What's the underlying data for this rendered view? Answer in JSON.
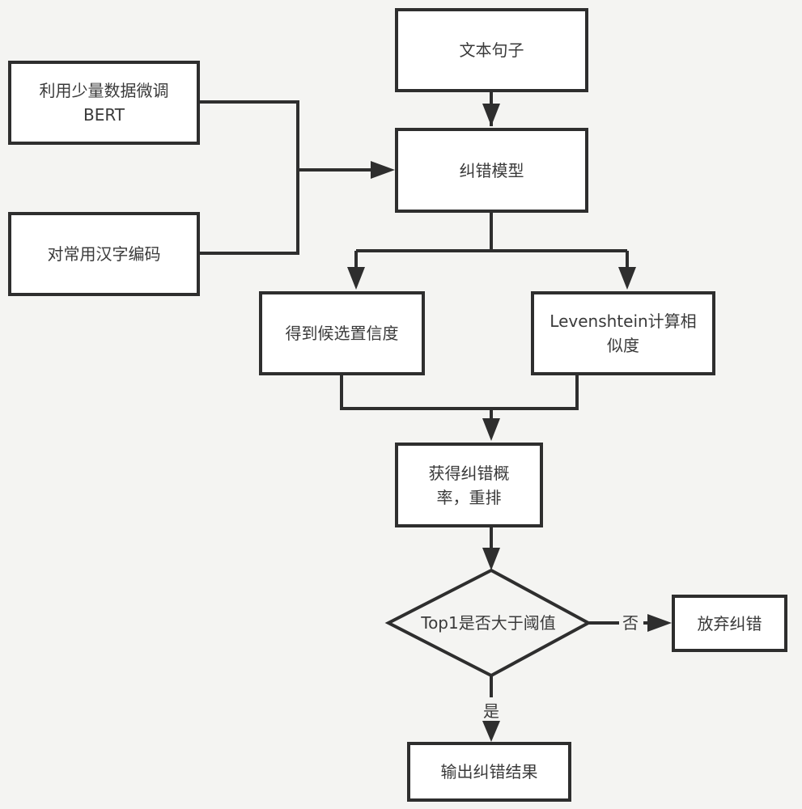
{
  "diagram": {
    "type": "flowchart",
    "nodes": {
      "text_sentence": "文本句子",
      "finetune_bert": "利用少量数据微调BERT",
      "encode_chars": "对常用汉字编码",
      "correction_model": "纠错模型",
      "candidate_confidence": "得到候选置信度",
      "levenshtein_similarity": "Levenshtein计算相似度",
      "probability_rerank": "获得纠错概率，重排",
      "threshold_decision": "Top1是否大于阈值",
      "abandon_correction": "放弃纠错",
      "output_result": "输出纠错结果"
    },
    "edge_labels": {
      "no": "否",
      "yes": "是"
    },
    "edges": [
      {
        "from": "text_sentence",
        "to": "correction_model"
      },
      {
        "from": "finetune_bert",
        "to": "correction_model"
      },
      {
        "from": "encode_chars",
        "to": "correction_model"
      },
      {
        "from": "correction_model",
        "to": "candidate_confidence"
      },
      {
        "from": "correction_model",
        "to": "levenshtein_similarity"
      },
      {
        "from": "candidate_confidence",
        "to": "probability_rerank"
      },
      {
        "from": "levenshtein_similarity",
        "to": "probability_rerank"
      },
      {
        "from": "probability_rerank",
        "to": "threshold_decision"
      },
      {
        "from": "threshold_decision",
        "to": "abandon_correction",
        "label": "否"
      },
      {
        "from": "threshold_decision",
        "to": "output_result",
        "label": "是"
      }
    ],
    "colors": {
      "stroke": "#2e2e2e",
      "box_fill": "#ffffff",
      "background": "#f4f4f2",
      "text": "#3a3a3a"
    }
  }
}
